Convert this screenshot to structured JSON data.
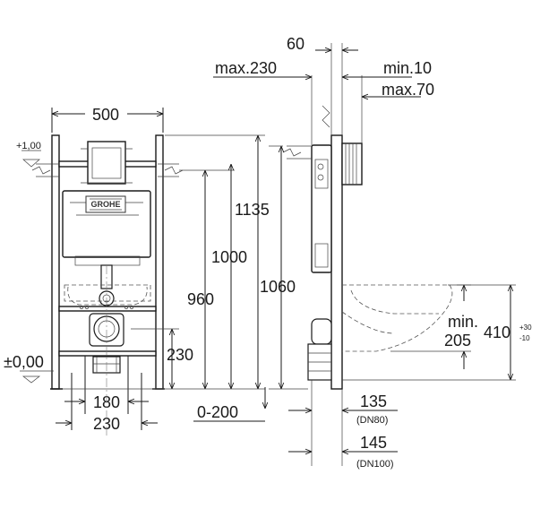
{
  "dimensions": {
    "frame_width": "500",
    "height_1135": "1135",
    "height_1000": "1000",
    "height_960": "960",
    "height_1060": "1060",
    "height_230_left": "230",
    "spacing_180": "180",
    "spacing_230": "230",
    "adjust_0_200": "0-200",
    "offset_60": "60",
    "max_230": "max.230",
    "min_10": "min.10",
    "max_70": "max.70",
    "min_label": "min.",
    "min_205": "205",
    "height_410": "410",
    "tolerance_plus": "+30",
    "tolerance_minus": "-10",
    "pipe_135": "135",
    "pipe_dn80": "(DN80)",
    "pipe_145": "145",
    "pipe_dn100": "(DN100)",
    "level_plus_1": "+1,00",
    "level_zero": "±0,00"
  },
  "brand": {
    "logo_text": "GROHE"
  }
}
